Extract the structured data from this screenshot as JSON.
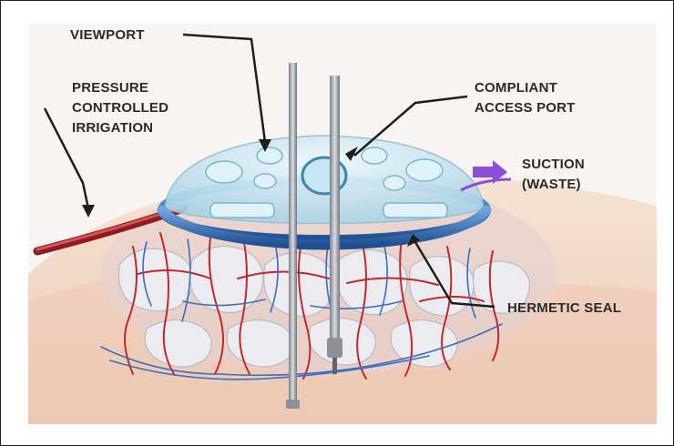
{
  "labels": {
    "viewport": "VIEWPORT",
    "pressure_line1": "PRESSURE",
    "pressure_line2": "CONTROLLED",
    "pressure_line3": "IRRIGATION",
    "compliant_line1": "COMPLIANT",
    "compliant_line2": "ACCESS PORT",
    "suction_line1": "SUCTION",
    "suction_line2": "(WASTE)",
    "hermetic": "HERMETIC SEAL"
  },
  "colors": {
    "skin": "#f3d9c6",
    "skin_shadow": "#e8bfa6",
    "dome": "#cfe8f2",
    "seal_ring": "#2f6fb6",
    "vessel_red": "#c0282d",
    "vessel_blue": "#3a6cc2",
    "bone": "#e9e9ec",
    "suction_arrow": "#8a4fd6",
    "irrigation_tube": "#b3242c"
  }
}
